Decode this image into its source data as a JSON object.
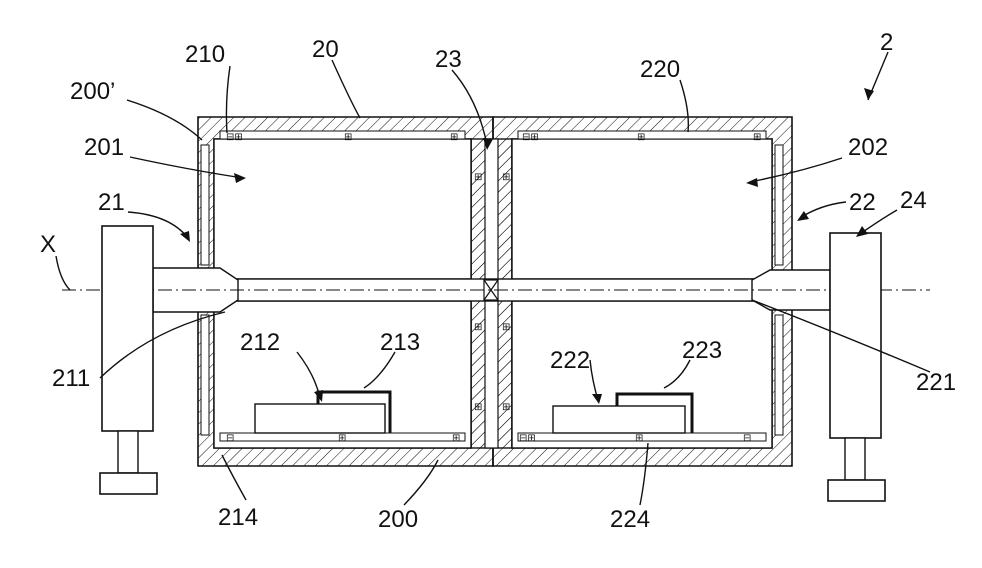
{
  "figure": {
    "reference_numeral": "2",
    "axis_label": "X",
    "labels": {
      "l20": "20",
      "l23": "23",
      "l210": "210",
      "l220": "220",
      "l200p": "200’",
      "l201": "201",
      "l202": "202",
      "l21": "21",
      "l22": "22",
      "l24": "24",
      "l212": "212",
      "l213": "213",
      "l222": "222",
      "l223": "223",
      "l211": "211",
      "l221": "221",
      "l214": "214",
      "l200": "200",
      "l224": "224"
    },
    "colors": {
      "line": "#111111",
      "background": "#ffffff"
    }
  }
}
